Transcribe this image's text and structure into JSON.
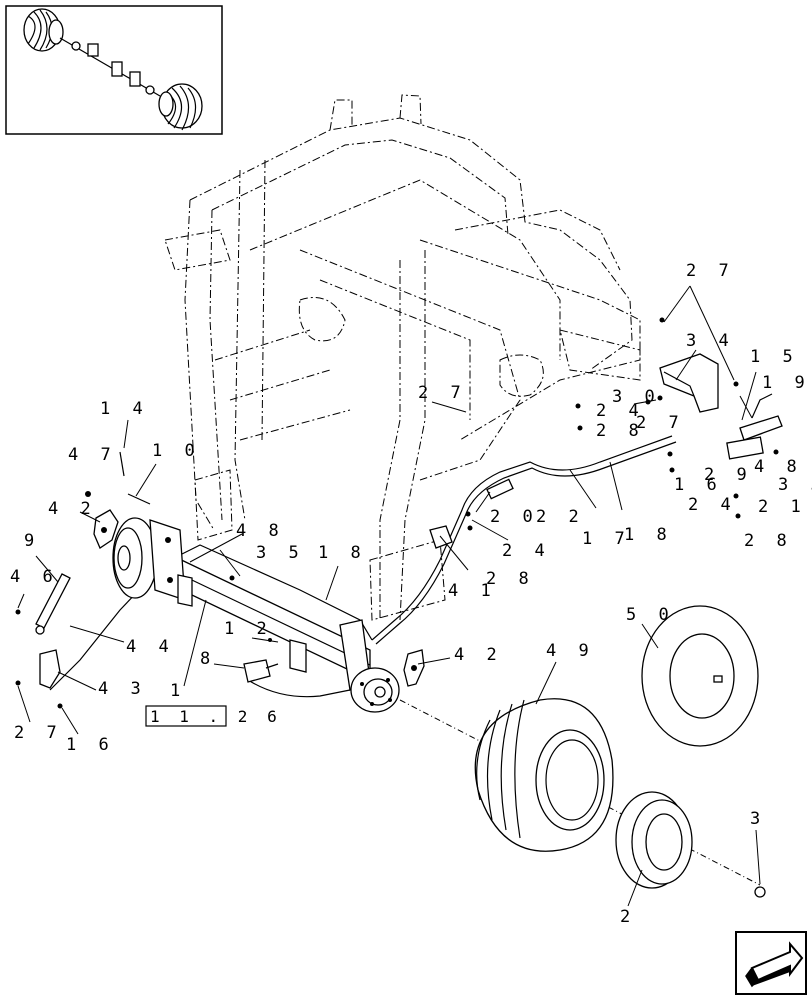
{
  "callouts": [
    {
      "id": "c27a",
      "label": "2 7"
    },
    {
      "id": "c34",
      "label": "3 4"
    },
    {
      "id": "c15",
      "label": "1 5"
    },
    {
      "id": "c19",
      "label": "1 9"
    },
    {
      "id": "c30",
      "label": "3 0"
    },
    {
      "id": "c24a",
      "label": "2 4"
    },
    {
      "id": "c27b",
      "label": "2 7"
    },
    {
      "id": "c28a",
      "label": "2 8"
    },
    {
      "id": "c27c",
      "label": "2 7"
    },
    {
      "id": "c48a",
      "label": "4 8"
    },
    {
      "id": "c29",
      "label": "2 9"
    },
    {
      "id": "c35a",
      "label": "3 5"
    },
    {
      "id": "c16a",
      "label": "1 6"
    },
    {
      "id": "c24b",
      "label": "2 4"
    },
    {
      "id": "c21",
      "label": "2 1"
    },
    {
      "id": "c28b",
      "label": "2 8"
    },
    {
      "id": "c14",
      "label": "1 4"
    },
    {
      "id": "c10",
      "label": "1 0"
    },
    {
      "id": "c47",
      "label": "4 7"
    },
    {
      "id": "c42a",
      "label": "4 2"
    },
    {
      "id": "c9",
      "label": "9"
    },
    {
      "id": "c48b",
      "label": "4 8"
    },
    {
      "id": "c35b",
      "label": "3 5"
    },
    {
      "id": "c18a",
      "label": "1 8"
    },
    {
      "id": "c20",
      "label": "2 0"
    },
    {
      "id": "c22",
      "label": "2 2"
    },
    {
      "id": "c17",
      "label": "1 7"
    },
    {
      "id": "c18b",
      "label": "1 8"
    },
    {
      "id": "c24c",
      "label": "2 4"
    },
    {
      "id": "c46",
      "label": "4 6"
    },
    {
      "id": "c41",
      "label": "4 1"
    },
    {
      "id": "c28c",
      "label": "2 8"
    },
    {
      "id": "c44",
      "label": "4 4"
    },
    {
      "id": "c12",
      "label": "1 2"
    },
    {
      "id": "c42b",
      "label": "4 2"
    },
    {
      "id": "c8",
      "label": "8"
    },
    {
      "id": "c43",
      "label": "4 3"
    },
    {
      "id": "c1",
      "label": "1"
    },
    {
      "id": "c27d",
      "label": "2 7"
    },
    {
      "id": "c16b",
      "label": "1 6"
    },
    {
      "id": "c49",
      "label": "4 9"
    },
    {
      "id": "c50",
      "label": "5 0"
    },
    {
      "id": "c3",
      "label": "3"
    },
    {
      "id": "c2",
      "label": "2"
    }
  ],
  "reference_box": {
    "label": "1 1 . 2 6"
  }
}
